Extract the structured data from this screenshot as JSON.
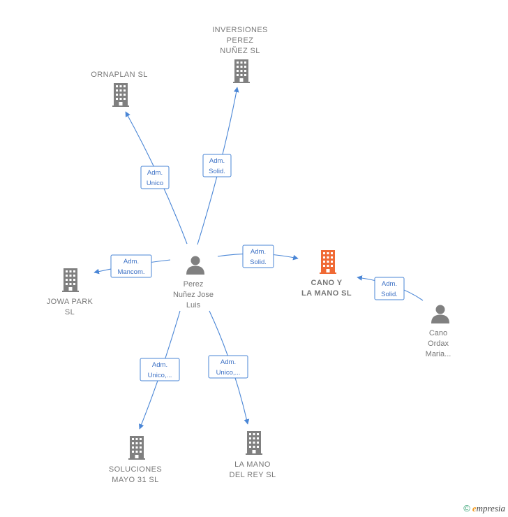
{
  "colors": {
    "company": "#808080",
    "focus_company": "#f06a35",
    "person": "#808080",
    "edge": "#4a86d6",
    "label": "#777777"
  },
  "nodes": [
    {
      "id": "perez",
      "kind": "person",
      "icon": "person-icon",
      "lines": [
        "Perez",
        "Nuñez Jose",
        "Luis"
      ]
    },
    {
      "id": "inversiones",
      "kind": "company",
      "icon": "building-icon",
      "lines": [
        "INVERSIONES",
        "PEREZ",
        "NUÑEZ  SL"
      ]
    },
    {
      "id": "ornaplan",
      "kind": "company",
      "icon": "building-icon",
      "lines": [
        "ORNAPLAN  SL"
      ]
    },
    {
      "id": "jowa",
      "kind": "company",
      "icon": "building-icon",
      "lines": [
        "JOWA PARK",
        "SL"
      ]
    },
    {
      "id": "cano_mano",
      "kind": "company",
      "focus": true,
      "icon": "building-icon",
      "lines": [
        "CANO Y",
        "LA MANO  SL"
      ]
    },
    {
      "id": "cano_ordax",
      "kind": "person",
      "icon": "person-icon",
      "lines": [
        "Cano",
        "Ordax",
        "Maria..."
      ]
    },
    {
      "id": "soluciones",
      "kind": "company",
      "icon": "building-icon",
      "lines": [
        "SOLUCIONES",
        "MAYO 31 SL"
      ]
    },
    {
      "id": "lamano",
      "kind": "company",
      "icon": "building-icon",
      "lines": [
        "LA MANO",
        "DEL REY  SL"
      ]
    }
  ],
  "edges": [
    {
      "from": "perez",
      "to": "ornaplan",
      "lines": [
        "Adm.",
        "Unico"
      ]
    },
    {
      "from": "perez",
      "to": "inversiones",
      "lines": [
        "Adm.",
        "Solid."
      ]
    },
    {
      "from": "perez",
      "to": "jowa",
      "lines": [
        "Adm.",
        "Mancom."
      ]
    },
    {
      "from": "perez",
      "to": "cano_mano",
      "lines": [
        "Adm.",
        "Solid."
      ]
    },
    {
      "from": "cano_ordax",
      "to": "cano_mano",
      "lines": [
        "Adm.",
        "Solid."
      ]
    },
    {
      "from": "perez",
      "to": "soluciones",
      "lines": [
        "Adm.",
        "Unico,..."
      ]
    },
    {
      "from": "perez",
      "to": "lamano",
      "lines": [
        "Adm.",
        "Unico,..."
      ]
    }
  ],
  "branding": {
    "copyright": "©",
    "logo_first": "e",
    "logo_rest": "mpresia"
  }
}
